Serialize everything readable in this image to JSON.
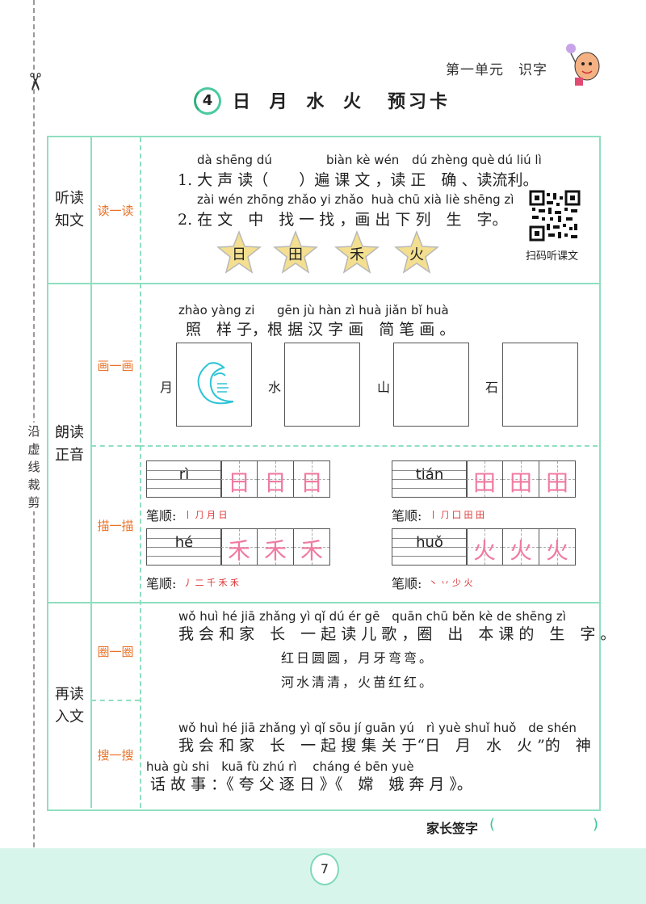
{
  "header": {
    "unit_label": "第一单元　识字",
    "lesson_number": "4",
    "lesson_title": "日 月 水 火",
    "card_title": "预习卡"
  },
  "cut_line": {
    "text": [
      "沿",
      "虚",
      "线",
      "裁",
      "剪"
    ]
  },
  "sections": [
    {
      "label_line1": "听读",
      "label_line2": "知文"
    },
    {
      "label_line1": "朗读",
      "label_line2": "正音"
    },
    {
      "label_line1": "再读",
      "label_line2": "入文"
    }
  ],
  "subsections": {
    "read": "读一读",
    "draw": "画一画",
    "trace": "描一描",
    "circle": "圈一圈",
    "collect": "搜一搜"
  },
  "read_section": {
    "item1_pinyin_a": "dà shēng dú",
    "item1_pinyin_b": "biàn kè wén",
    "item1_pinyin_c": "dú zhèng què",
    "item1_pinyin_d": "dú liú lì",
    "item1_text": "1. 大 声 读（　　）遍 课 文 ，读 正　确 、读流利。",
    "item2_pinyin": "zài wén zhōng zhǎo yi zhǎo  huà chū xià liè shēng zì",
    "item2_text": "2. 在 文　中　找 一 找 ，画 出 下 列　生　字。",
    "stars": [
      "日",
      "田",
      "禾",
      "火"
    ],
    "qr_label": "扫码听课文"
  },
  "draw_section": {
    "pinyin_a": "zhào yàng zi",
    "pinyin_b": "gēn jù hàn zì huà jiǎn bǐ huà",
    "text": "照　样 子，根 据 汉 字 画　简 笔 画 。",
    "boxes": [
      "月",
      "水",
      "山",
      "石"
    ]
  },
  "trace_section": {
    "order_label": "笔顺:",
    "chars": [
      {
        "pinyin": "rì",
        "char": "日",
        "strokes": "丨 ⺆ 月 日"
      },
      {
        "pinyin": "tián",
        "char": "田",
        "strokes": "丨 ⺆ 囗 田 田"
      },
      {
        "pinyin": "hé",
        "char": "禾",
        "strokes": "丿 二 千 禾 禾"
      },
      {
        "pinyin": "huǒ",
        "char": "火",
        "strokes": "丶 丷 少 火"
      }
    ]
  },
  "circle_section": {
    "pinyin": "wǒ huì hé jiā zhǎng yì qǐ dú ér gē　quān chū běn kè de shēng zì",
    "text": "我 会 和 家　长　一 起 读 儿 歌 ，圈　出　本 课 的　生　字 。",
    "poem_line1": "红日圆圆，月牙弯弯。",
    "poem_line2": "河水清清，火苗红红。"
  },
  "collect_section": {
    "pinyin1": "wǒ huì hé jiā zhǎng yì qǐ sōu jí guān yú　rì yuè shuǐ huǒ　de shén",
    "text1": "我 会 和 家　长　一 起 搜 集 关 于“日　月　水　火 ”的　神",
    "pinyin2": "huà gù shi　kuā fù zhú rì　 cháng é bēn yuè",
    "text2": "话 故 事 ：《 夸 父 逐 日 》《　嫦　娥 奔 月 》。"
  },
  "footer": {
    "sign_label": "家长签字",
    "paren_open": "(",
    "paren_close": ")",
    "page_number": "7"
  },
  "colors": {
    "frame": "#8fdfc0",
    "accent_orange": "#e8732a",
    "trace_pink": "#f07aa0",
    "star_fill": "#f3df8f",
    "footer_band": "#d8f5ec"
  }
}
